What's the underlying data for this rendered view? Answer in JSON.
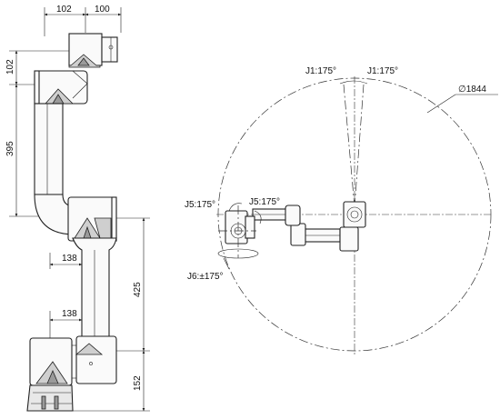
{
  "labels": {
    "dim_top_left": "102",
    "dim_top_right": "100",
    "dim_left_upper": "102",
    "dim_left_mid": "395",
    "dim_inner_upper": "138",
    "dim_inner_lower": "138",
    "dim_right_upper": "425",
    "dim_right_lower": "152",
    "j1_left": "J1:175°",
    "j1_right": "J1:175°",
    "diameter": "∅1844",
    "j5_left": "J5:175°",
    "j5_right": "J5:175°",
    "j6": "J6:±175°"
  }
}
